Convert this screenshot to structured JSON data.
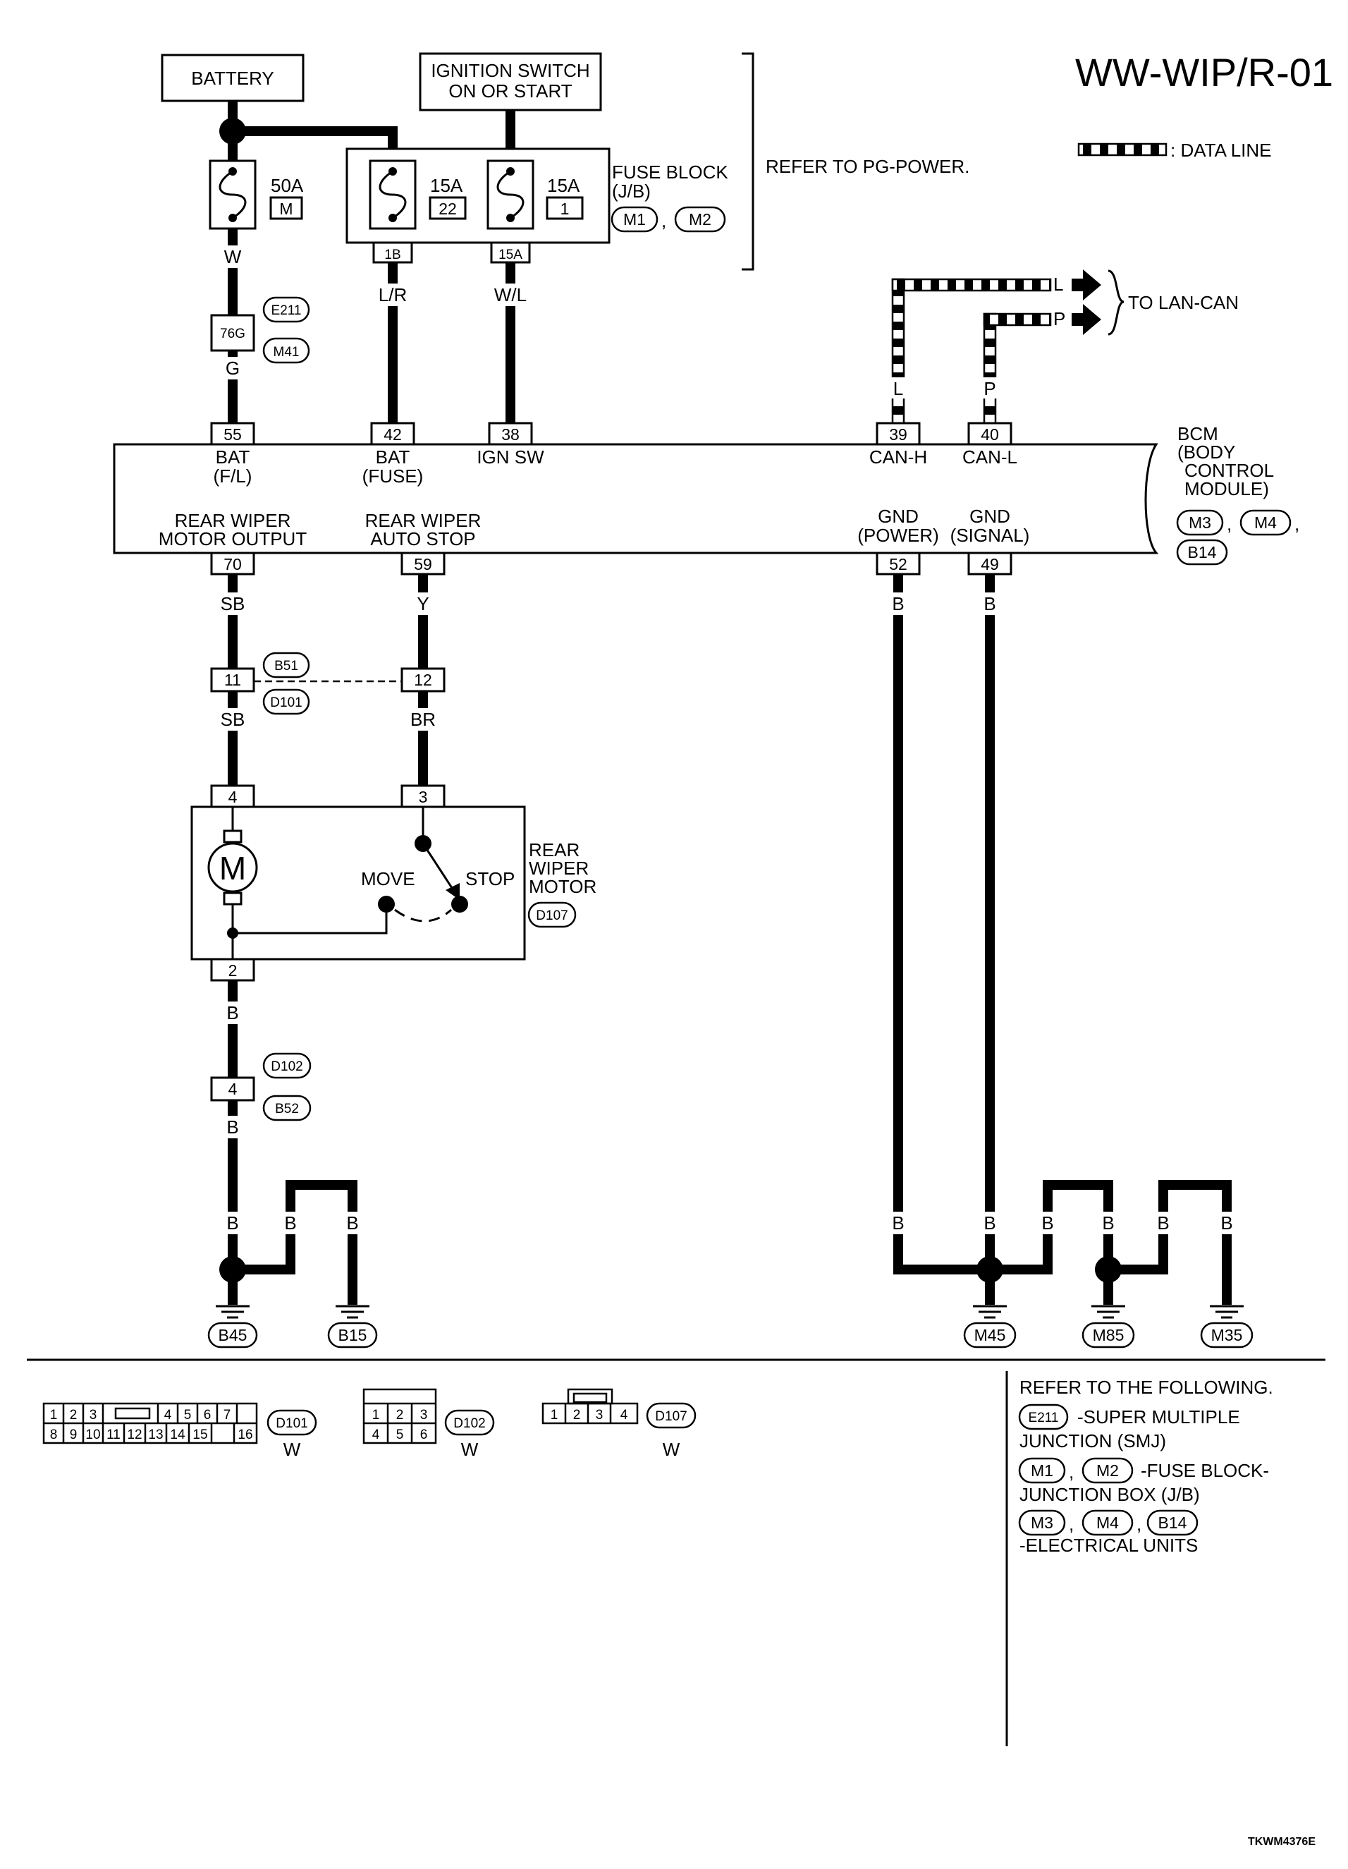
{
  "title": "WW-WIP/R-01",
  "legend": {
    "data_line": ": DATA LINE"
  },
  "battery": "BATTERY",
  "ignition": {
    "line1": "IGNITION SWITCH",
    "line2": "ON OR START"
  },
  "refer_pg": "REFER TO PG-POWER.",
  "fuse_block": {
    "line1": "FUSE BLOCK",
    "line2": "(J/B)",
    "conn1": "M1",
    "conn2": "M2",
    "comma": ","
  },
  "fuses": [
    {
      "amp": "50A",
      "id": "M"
    },
    {
      "amp": "15A",
      "id": "22"
    },
    {
      "amp": "15A",
      "id": "1"
    }
  ],
  "fuse_terms": [
    "1B",
    "15A"
  ],
  "wires": {
    "w": "W",
    "g": "G",
    "lr": "L/R",
    "wl": "W/L",
    "l": "L",
    "p": "P",
    "sb1": "SB",
    "y": "Y",
    "sb2": "SB",
    "br": "BR",
    "b1": "B",
    "b2": "B",
    "bgnd1": "B",
    "bgnd2": "B",
    "bgnd3": "B",
    "b52": "B",
    "b49": "B",
    "bm1": "B",
    "bm2": "B",
    "bm3": "B",
    "bm4": "B",
    "bm5": "B",
    "bm6": "B"
  },
  "smj": {
    "pin": "76G",
    "conn1": "E211",
    "conn2": "M41"
  },
  "lan_can": {
    "l": "L",
    "p": "P",
    "label": "TO LAN-CAN"
  },
  "bcm": {
    "pins": {
      "p55": "55",
      "p42": "42",
      "p38": "38",
      "p39": "39",
      "p40": "40",
      "p70": "70",
      "p59": "59",
      "p52": "52",
      "p49": "49"
    },
    "bat_fl": {
      "line1": "BAT",
      "line2": "(F/L)"
    },
    "bat_fuse": {
      "line1": "BAT",
      "line2": "(FUSE)"
    },
    "ign_sw": "IGN SW",
    "can_h": "CAN-H",
    "can_l": "CAN-L",
    "rear_out": {
      "line1": "REAR WIPER",
      "line2": "MOTOR OUTPUT"
    },
    "rear_stop": {
      "line1": "REAR WIPER",
      "line2": "AUTO STOP"
    },
    "gnd_power": {
      "line1": "GND",
      "line2": "(POWER)"
    },
    "gnd_signal": {
      "line1": "GND",
      "line2": "(SIGNAL)"
    },
    "name": {
      "line1": "BCM",
      "line2": "(BODY",
      "line3": "CONTROL",
      "line4": "MODULE)"
    },
    "conns": {
      "c1": "M3",
      "c2": "M4",
      "c3": "B14",
      "comma1": ",",
      "comma2": ","
    }
  },
  "jc1": {
    "pin1": "11",
    "pin2": "12",
    "conn1": "B51",
    "conn2": "D101"
  },
  "motor": {
    "pin4": "4",
    "pin3": "3",
    "pin2": "2",
    "m": "M",
    "move": "MOVE",
    "stop": "STOP",
    "name": {
      "line1": "REAR",
      "line2": "WIPER",
      "line3": "MOTOR"
    },
    "conn": "D107"
  },
  "jc2": {
    "pin": "4",
    "conn1": "D102",
    "conn2": "B52"
  },
  "grounds": [
    "B45",
    "B15",
    "M45",
    "M85",
    "M35"
  ],
  "connectors": {
    "d101": {
      "name": "D101",
      "color": "W",
      "top": [
        "1",
        "2",
        "3",
        "4",
        "5",
        "6",
        "7"
      ],
      "bottom": [
        "8",
        "9",
        "10",
        "11",
        "12",
        "13",
        "14",
        "15",
        "16"
      ]
    },
    "d102": {
      "name": "D102",
      "color": "W",
      "top": [
        "1",
        "2",
        "3"
      ],
      "bottom": [
        "4",
        "5",
        "6"
      ]
    },
    "d107": {
      "name": "D107",
      "color": "W",
      "pins": [
        "1",
        "2",
        "3",
        "4"
      ]
    }
  },
  "refer": {
    "heading": "REFER TO THE FOLLOWING.",
    "e211": "E211",
    "smj1": "-SUPER MULTIPLE",
    "smj2": "JUNCTION (SMJ)",
    "m1": "M1",
    "m2": "M2",
    "jb1": "-FUSE BLOCK-",
    "jb2": "JUNCTION BOX (J/B)",
    "m3": "M3",
    "m4": "M4",
    "b14": "B14",
    "eu": "-ELECTRICAL UNITS",
    "comma": ","
  },
  "code": "TKWM4376E"
}
